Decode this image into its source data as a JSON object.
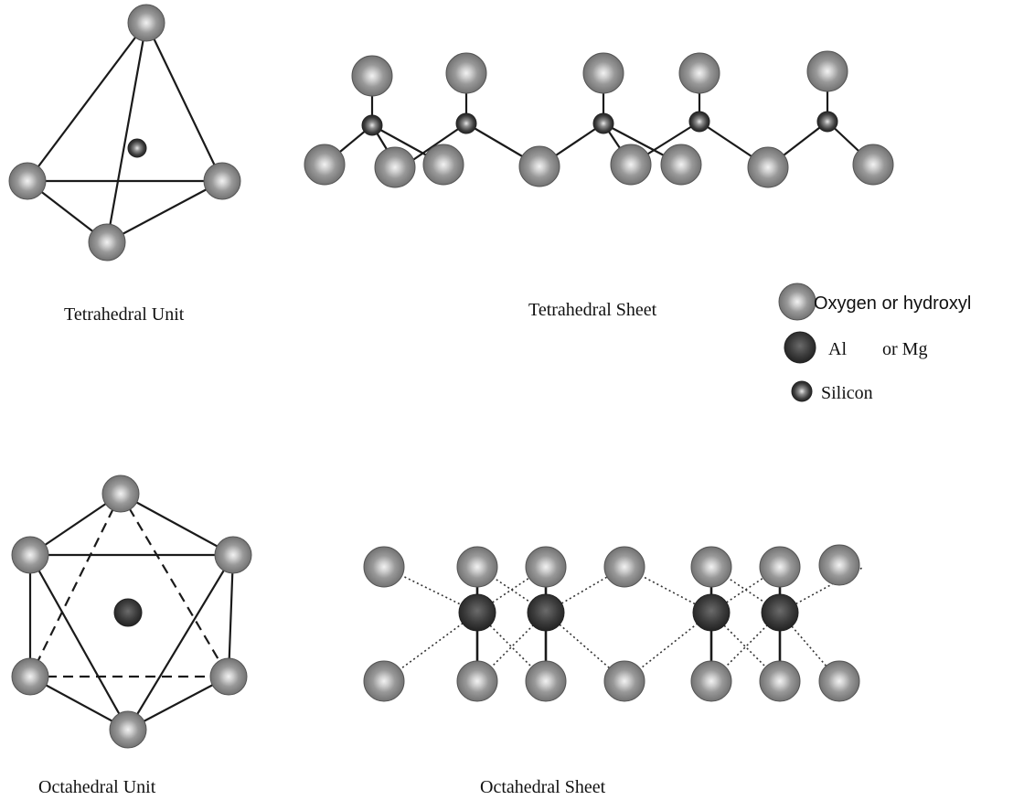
{
  "panels": {
    "tetrahedral_unit": {
      "caption": "Tetrahedral Unit"
    },
    "tetrahedral_sheet": {
      "caption": "Tetrahedral Sheet"
    },
    "octahedral_unit": {
      "caption": "Octahedral Unit"
    },
    "octahedral_sheet": {
      "caption": "Octahedral Sheet"
    }
  },
  "legend": {
    "oxygen": "Oxygen or hydroxyl",
    "al_mg_al": "Al",
    "al_mg_or": "or Mg",
    "silicon": "Silicon"
  },
  "colors": {
    "oxygen": "#8a8a8a",
    "oxygen_highlight": "#d8d8d8",
    "metal": "#3a3a3a",
    "silicon": "#5a5a5a",
    "bond": "#1a1a1a"
  }
}
